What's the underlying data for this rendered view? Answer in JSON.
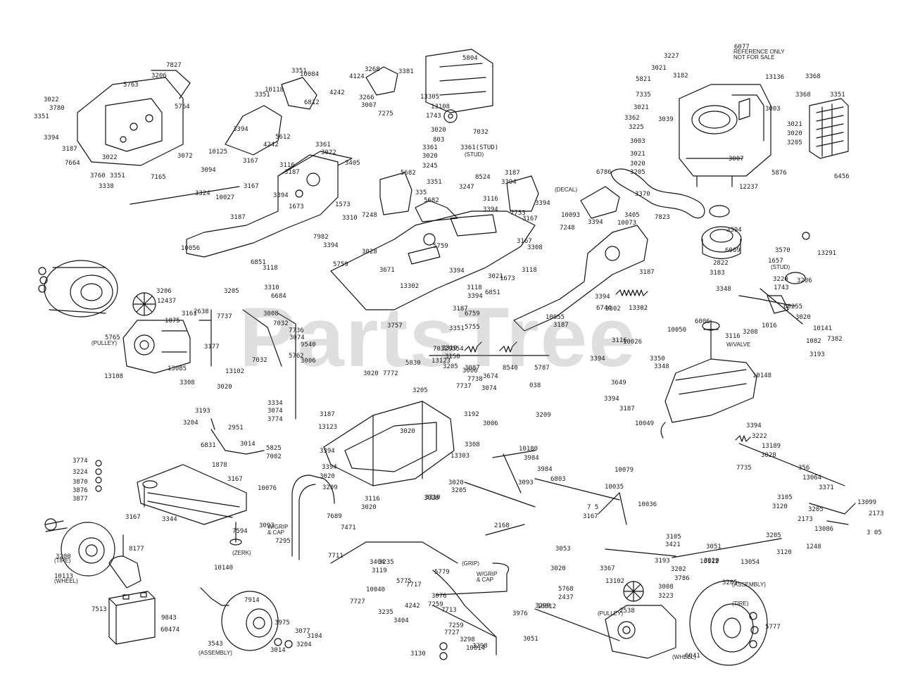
{
  "watermark": {
    "text": "PartsTree",
    "tm": "™"
  },
  "notes": {
    "engine_ref": "REFERENCE ONLY\nNOT FOR SALE",
    "pulley_left": "(PULLEY)",
    "pulley_right": "(PULLEY)",
    "decal": "(DECAL)",
    "stud_mid": "(STUD)",
    "stud_right": "(STUD)",
    "w_valve": "W/VALVE",
    "w_grip_cap": "W/GRIP\n& CAP",
    "w_grip_cap2": "W/GRIP\n& CAP",
    "grip": "(GRIP)",
    "tire_left": "(TIRE)",
    "wheel_left": "(WHEEL)",
    "assembly_left": "(ASSEMBLY)",
    "assembly_right": "(ASSEMBLY)",
    "tire_right": "(TIRE)",
    "wheel_right": "(WHEEL)",
    "zerk": "(ZERK)"
  },
  "callouts": [
    "7827",
    "5763",
    "3206",
    "5764",
    "3022",
    "3780",
    "3351",
    "3394",
    "3187",
    "7664",
    "3022",
    "3760",
    "3351",
    "3338",
    "3351",
    "10084",
    "10118",
    "3351",
    "4242",
    "6812",
    "3268",
    "4124",
    "3381",
    "3266",
    "3007",
    "7275",
    "5804",
    "13305",
    "13108",
    "1743",
    "3020",
    "803",
    "3361",
    "3020",
    "3245",
    "3361(STUD)",
    "8524",
    "3247",
    "7032",
    "3227",
    "3021",
    "6077",
    "5821",
    "7335",
    "3021",
    "3362",
    "3225",
    "3003",
    "3021",
    "3020",
    "3205",
    "3182",
    "13136",
    "3368",
    "3368",
    "3351",
    "3003",
    "3021",
    "3020",
    "3205",
    "3039",
    "3007",
    "5876",
    "12237",
    "6456",
    "3394",
    "5612",
    "4242",
    "10125",
    "3167",
    "3361",
    "3022",
    "3072",
    "3094",
    "7165",
    "3324",
    "10027",
    "3187",
    "3116",
    "3187",
    "3405",
    "3167",
    "1573",
    "3394",
    "1673",
    "7248",
    "3310",
    "7982",
    "3394",
    "10056",
    "6851",
    "3118",
    "5682",
    "3351",
    "335",
    "5682",
    "3187",
    "3394",
    "3116",
    "3394",
    "7753",
    "3167",
    "3394",
    "3167",
    "10093",
    "6786",
    "3370",
    "7823",
    "7248",
    "3405",
    "10073",
    "3394",
    "3308",
    "3394",
    "6069",
    "3570",
    "13291",
    "1657",
    "2822",
    "3183",
    "3220",
    "1743",
    "3206",
    "3028",
    "5759",
    "3671",
    "5759",
    "13302",
    "3394",
    "3021",
    "1673",
    "3118",
    "3394",
    "6851",
    "3118",
    "3187",
    "3302",
    "6744",
    "3757",
    "5755",
    "13302",
    "3116",
    "10026",
    "3394",
    "3187",
    "3351",
    "6759",
    "10055",
    "3187",
    "3394",
    "3206",
    "12437",
    "2638",
    "1075",
    "5765",
    "3177",
    "13108",
    "13085",
    "13102",
    "3308",
    "3020",
    "3205",
    "3310",
    "6684",
    "7737",
    "3008",
    "3161",
    "7032",
    "7736",
    "3074",
    "9540",
    "7032",
    "5762",
    "3006",
    "7032",
    "3310",
    "3150",
    "9554",
    "13123",
    "5830",
    "3205",
    "3087",
    "3020",
    "7772",
    "7737",
    "038",
    "3006",
    "3674",
    "7738",
    "8540",
    "5787",
    "3074",
    "6006",
    "10050",
    "3350",
    "3348",
    "3116",
    "10148",
    "3649",
    "3394",
    "3187",
    "10049",
    "3348",
    "60255",
    "1016",
    "3020",
    "10141",
    "1082",
    "3193",
    "3208",
    "7382",
    "3193",
    "3204",
    "2951",
    "6831",
    "3014",
    "5825",
    "3334",
    "3074",
    "3774",
    "3205",
    "3192",
    "3187",
    "13123",
    "3020",
    "7002",
    "3394",
    "3006",
    "3394",
    "3020",
    "3308",
    "13303",
    "3020",
    "3209",
    "3116",
    "3020",
    "3310",
    "3020",
    "3205",
    "3209",
    "3774",
    "3224",
    "3870",
    "3876",
    "3877",
    "1878",
    "3167",
    "3167",
    "7594",
    "3344",
    "10076",
    "3093",
    "7689",
    "7295",
    "7471",
    "7711",
    "3093",
    "10180",
    "3984",
    "3984",
    "6803",
    "2168",
    "7 5",
    "3167",
    "10079",
    "10035",
    "10036",
    "3394",
    "3222",
    "13189",
    "3020",
    "7735",
    "356",
    "13064",
    "3371",
    "3105",
    "3120",
    "3205",
    "2173",
    "13086",
    "1248",
    "13099",
    "2173",
    "3 05",
    "3120",
    "3205",
    "3105",
    "3051",
    "3020",
    "10112",
    "3421",
    "3202",
    "3786",
    "3193",
    "3200",
    "10113",
    "8177",
    "10140",
    "7914",
    "7513",
    "9843",
    "60474",
    "3204",
    "3014",
    "3975",
    "3077",
    "3104",
    "3543",
    "3119",
    "10040",
    "7727",
    "3235",
    "3404",
    "4242",
    "3404",
    "3235",
    "5775",
    "7717",
    "3076",
    "7259",
    "5779",
    "7713",
    "7259",
    "7727",
    "3298",
    "10014",
    "3298",
    "3130",
    "3299",
    "3976",
    "10012",
    "3051",
    "3053",
    "3020",
    "3367",
    "5768",
    "13102",
    "3008",
    "3223",
    "2437",
    "2538",
    "13054",
    "3205",
    "5777",
    "6041",
    "10142",
    "3091",
    "10141"
  ]
}
